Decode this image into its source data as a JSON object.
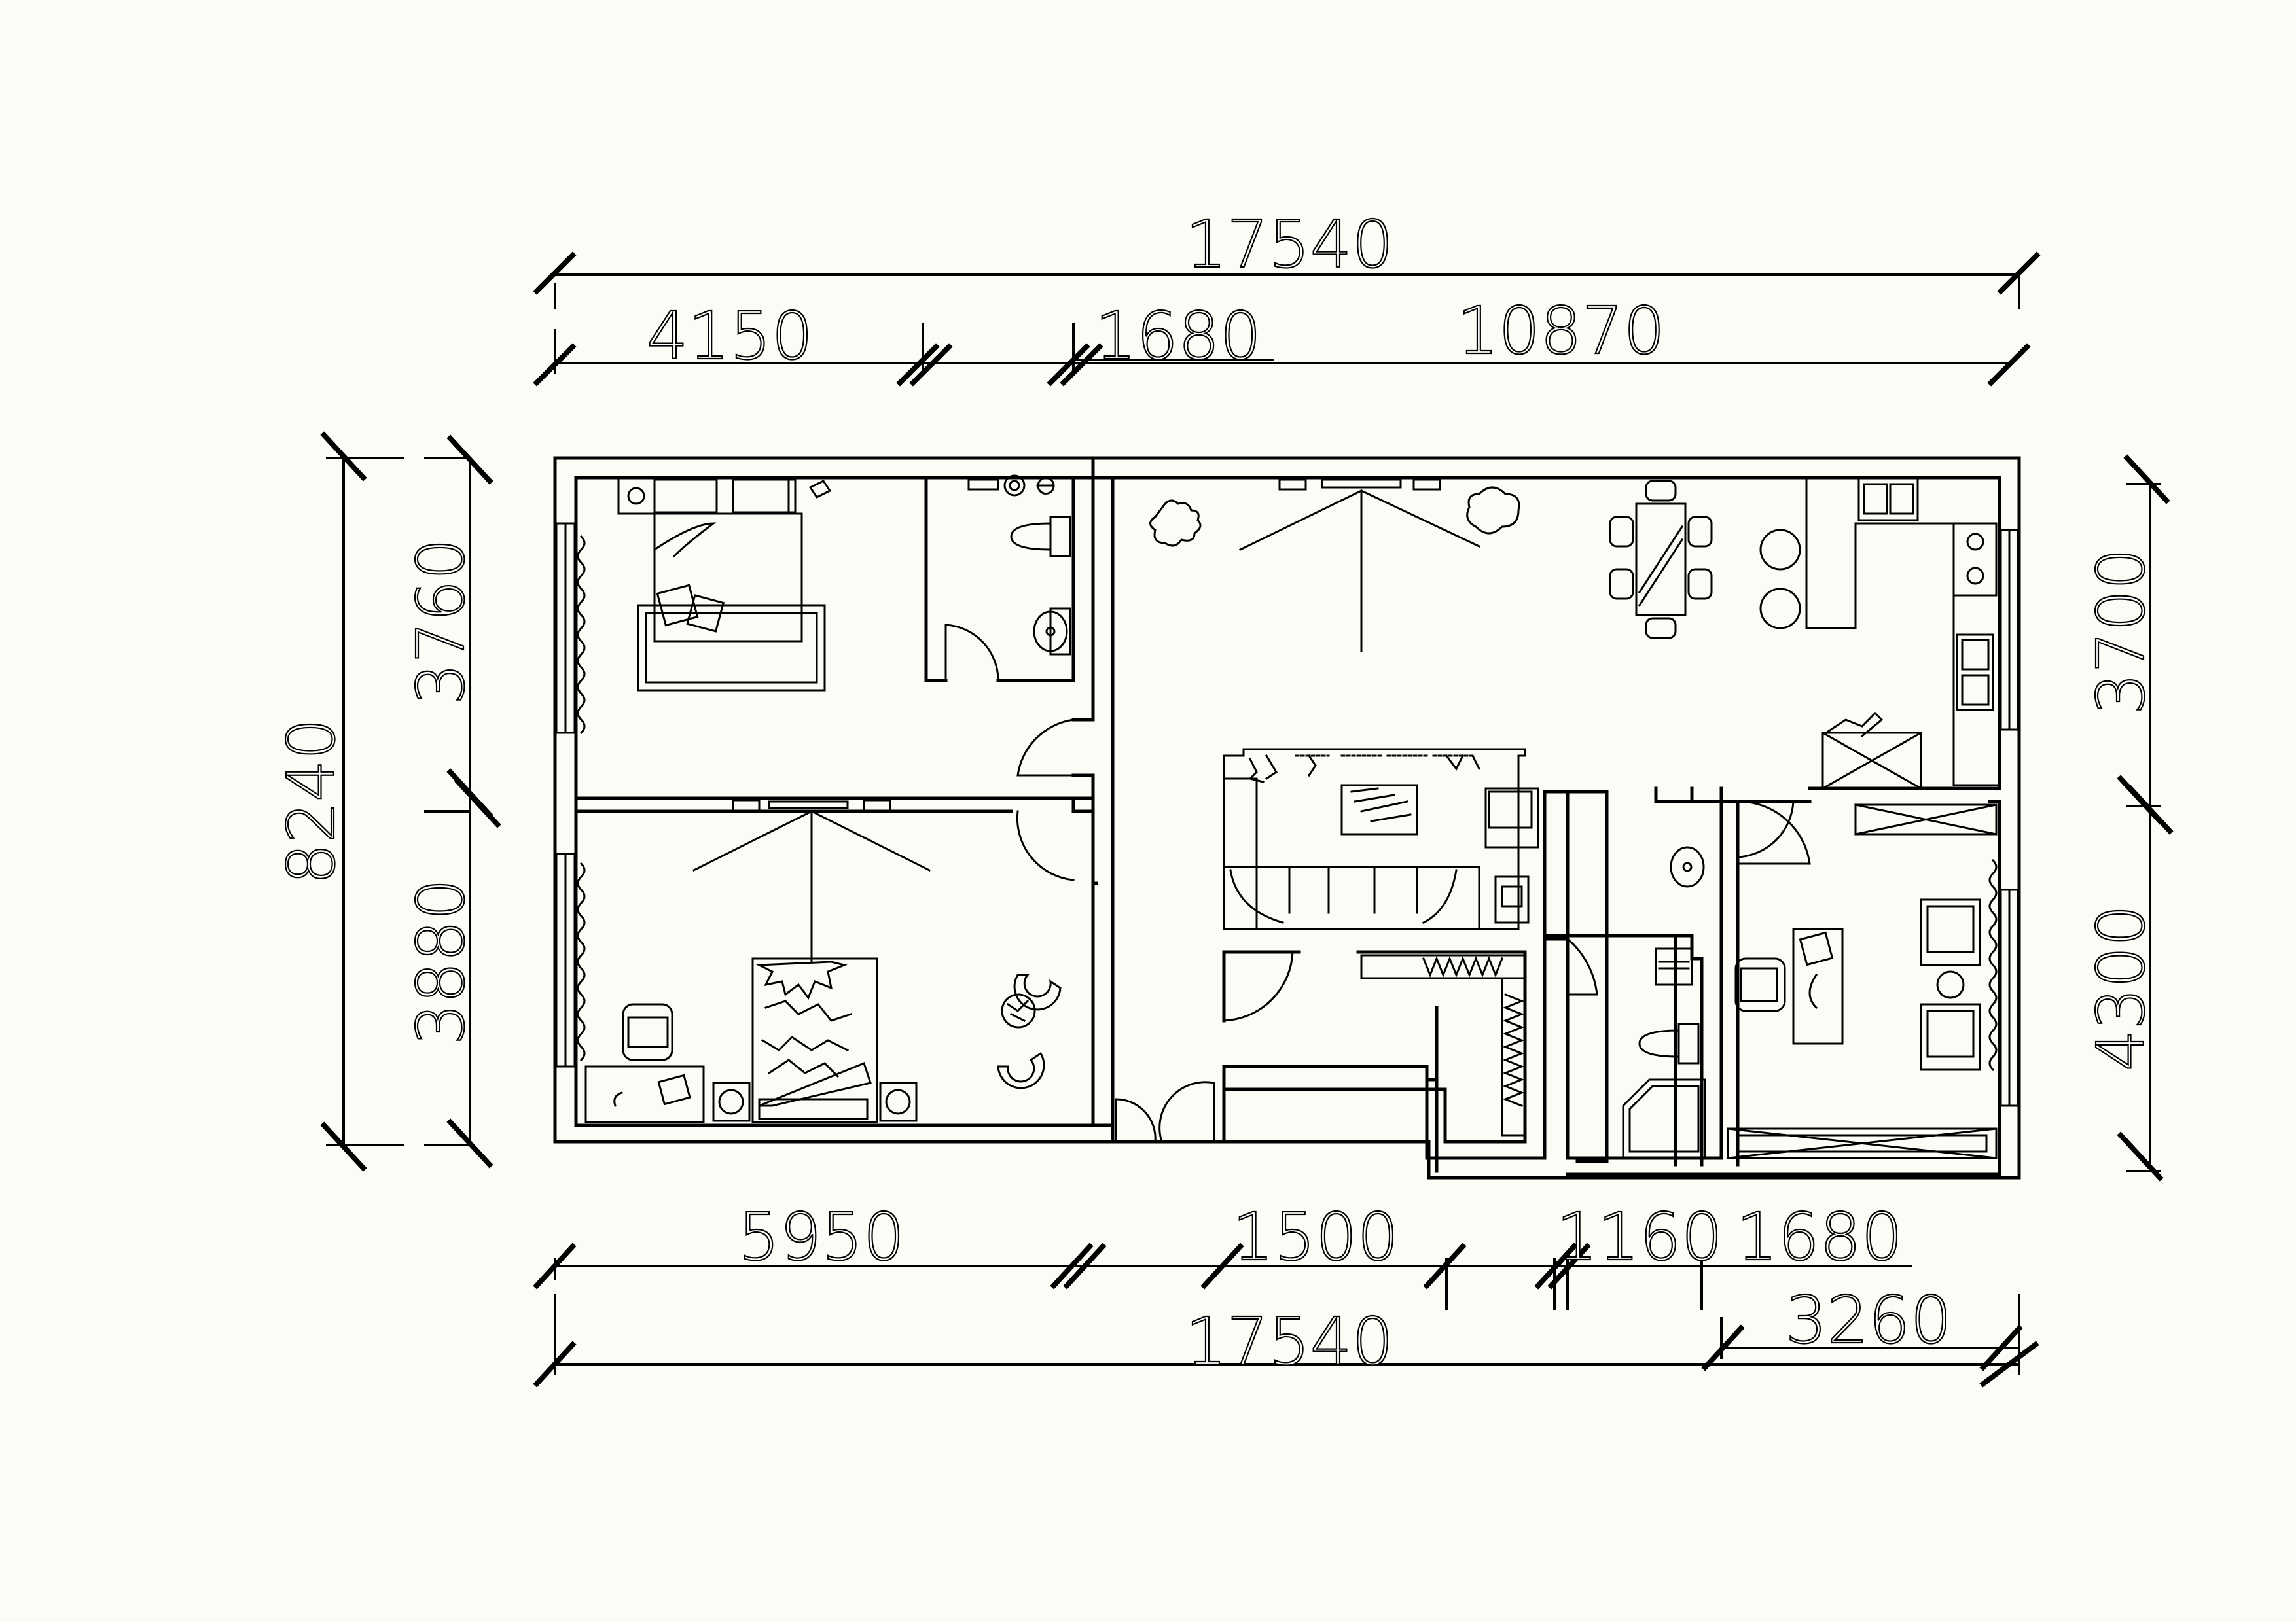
{
  "dimensions": {
    "top_total": "17540",
    "top_segments": [
      "4150",
      "1680",
      "10870"
    ],
    "left_total": "8240",
    "left_segments": [
      "3760",
      "3880"
    ],
    "right_segments": [
      "3700",
      "4300"
    ],
    "bottom_segments": [
      "5950",
      "1500",
      "1160",
      "1680"
    ],
    "bottom_total": "17540",
    "bottom_sub": "3260"
  },
  "rooms": [
    {
      "key": "bedroom-1"
    },
    {
      "key": "bathroom-1"
    },
    {
      "key": "bedroom-2"
    },
    {
      "key": "living-room"
    },
    {
      "key": "dining-area"
    },
    {
      "key": "kitchen"
    },
    {
      "key": "bathroom-2"
    },
    {
      "key": "study"
    }
  ],
  "colors": {
    "background": "#fcfcf7",
    "line": "#000000"
  }
}
